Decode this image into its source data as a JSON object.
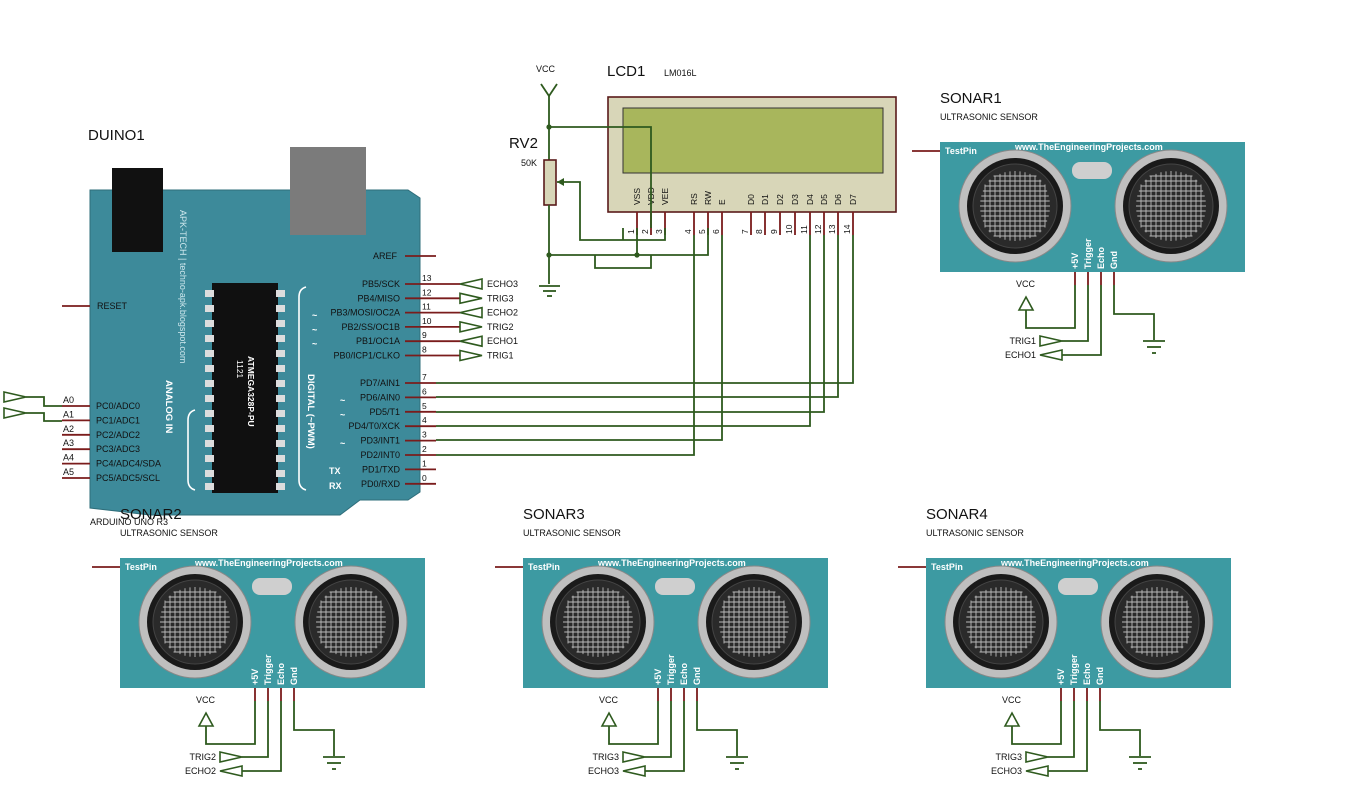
{
  "arduino": {
    "ref": "DUINO1",
    "model": "ARDUINO UNO R3",
    "chip": "ATMEGA328P-PU",
    "chip_code": "1121",
    "watermark": "APK-TECH | techno-apk.blogspot.com",
    "analog_title": "ANALOG IN",
    "digital_title": "DIGITAL (~PWM)",
    "tx": "TX",
    "rx": "RX",
    "reset_label": "RESET",
    "aref_label": "AREF",
    "analog_pins": [
      {
        "ext": "A0",
        "name": "PC0/ADC0"
      },
      {
        "ext": "A1",
        "name": "PC1/ADC1"
      },
      {
        "ext": "A2",
        "name": "PC2/ADC2"
      },
      {
        "ext": "A3",
        "name": "PC3/ADC3"
      },
      {
        "ext": "A4",
        "name": "PC4/ADC4/SDA"
      },
      {
        "ext": "A5",
        "name": "PC5/ADC5/SCL"
      }
    ],
    "digital_high": [
      {
        "num": "13",
        "name": "PB5/SCK",
        "net": "ECHO3",
        "tilde": ""
      },
      {
        "num": "12",
        "name": "PB4/MISO",
        "net": "TRIG3",
        "tilde": ""
      },
      {
        "num": "11",
        "name": "PB3/MOSI/OC2A",
        "net": "ECHO2",
        "tilde": "~"
      },
      {
        "num": "10",
        "name": "PB2/SS/OC1B",
        "net": "TRIG2",
        "tilde": "~"
      },
      {
        "num": "9",
        "name": "PB1/OC1A",
        "net": "ECHO1",
        "tilde": "~"
      },
      {
        "num": "8",
        "name": "PB0/ICP1/CLKO",
        "net": "TRIG1",
        "tilde": ""
      }
    ],
    "digital_low": [
      {
        "num": "7",
        "name": "PD7/AIN1",
        "tilde": ""
      },
      {
        "num": "6",
        "name": "PD6/AIN0",
        "tilde": "~"
      },
      {
        "num": "5",
        "name": "PD5/T1",
        "tilde": "~"
      },
      {
        "num": "4",
        "name": "PD4/T0/XCK",
        "tilde": ""
      },
      {
        "num": "3",
        "name": "PD3/INT1",
        "tilde": "~"
      },
      {
        "num": "2",
        "name": "PD2/INT0",
        "tilde": ""
      },
      {
        "num": "1",
        "name": "PD1/TXD",
        "tilde": ""
      },
      {
        "num": "0",
        "name": "PD0/RXD",
        "tilde": ""
      }
    ]
  },
  "lcd": {
    "ref": "LCD1",
    "model": "LM016L",
    "pins": [
      {
        "num": "1",
        "name": "VSS"
      },
      {
        "num": "2",
        "name": "VDD"
      },
      {
        "num": "3",
        "name": "VEE"
      },
      {
        "num": "4",
        "name": "RS"
      },
      {
        "num": "5",
        "name": "RW"
      },
      {
        "num": "6",
        "name": "E"
      },
      {
        "num": "7",
        "name": "D0"
      },
      {
        "num": "8",
        "name": "D1"
      },
      {
        "num": "9",
        "name": "D2"
      },
      {
        "num": "10",
        "name": "D3"
      },
      {
        "num": "11",
        "name": "D4"
      },
      {
        "num": "12",
        "name": "D5"
      },
      {
        "num": "13",
        "name": "D6"
      },
      {
        "num": "14",
        "name": "D7"
      }
    ]
  },
  "pot": {
    "ref": "RV2",
    "value": "50K",
    "vcc": "VCC"
  },
  "sonars": [
    {
      "ref": "SONAR1",
      "sub": "ULTRASONIC SENSOR",
      "web": "www.TheEngineeringProjects.com",
      "testpin": "TestPin",
      "pins": [
        "+5V",
        "Trigger",
        "Echo",
        "Gnd"
      ],
      "vcc": "VCC",
      "trig": "TRIG1",
      "echo": "ECHO1"
    },
    {
      "ref": "SONAR2",
      "sub": "ULTRASONIC SENSOR",
      "web": "www.TheEngineeringProjects.com",
      "testpin": "TestPin",
      "pins": [
        "+5V",
        "Trigger",
        "Echo",
        "Gnd"
      ],
      "vcc": "VCC",
      "trig": "TRIG2",
      "echo": "ECHO2"
    },
    {
      "ref": "SONAR3",
      "sub": "ULTRASONIC SENSOR",
      "web": "www.TheEngineeringProjects.com",
      "testpin": "TestPin",
      "pins": [
        "+5V",
        "Trigger",
        "Echo",
        "Gnd"
      ],
      "vcc": "VCC",
      "trig": "TRIG3",
      "echo": "ECHO3"
    },
    {
      "ref": "SONAR4",
      "sub": "ULTRASONIC SENSOR",
      "web": "www.TheEngineeringProjects.com",
      "testpin": "TestPin",
      "pins": [
        "+5V",
        "Trigger",
        "Echo",
        "Gnd"
      ],
      "vcc": "VCC",
      "trig": "TRIG3",
      "echo": "ECHO3"
    }
  ],
  "colors": {
    "board": "#3d8a9a",
    "sonar": "#3d9aa2",
    "lcd_screen": "#a8b65c",
    "wire": "#2e5a1e",
    "pin": "#7a1c1c"
  }
}
